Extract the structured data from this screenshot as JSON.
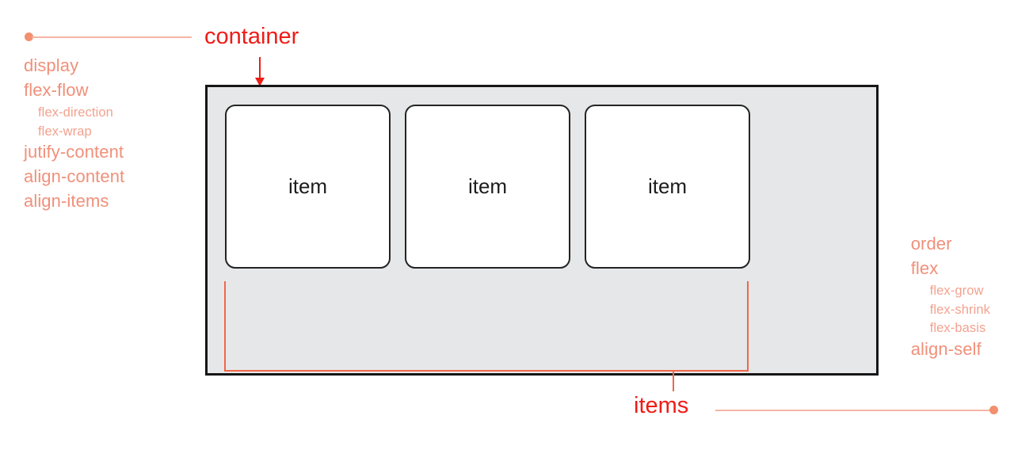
{
  "diagram": {
    "title_labels": {
      "container": "container",
      "items": "items"
    },
    "container_properties": [
      {
        "name": "display",
        "level": 0
      },
      {
        "name": "flex-flow",
        "level": 0
      },
      {
        "name": "flex-direction",
        "level": 1
      },
      {
        "name": "flex-wrap",
        "level": 1
      },
      {
        "name": "jutify-content",
        "level": 0
      },
      {
        "name": "align-content",
        "level": 0
      },
      {
        "name": "align-items",
        "level": 0
      }
    ],
    "item_properties": [
      {
        "name": "order",
        "level": 0
      },
      {
        "name": "flex",
        "level": 0
      },
      {
        "name": "flex-grow",
        "level": 1
      },
      {
        "name": "flex-shrink",
        "level": 1
      },
      {
        "name": "flex-basis",
        "level": 1
      },
      {
        "name": "align-self",
        "level": 0
      }
    ],
    "flex_items": [
      {
        "label": "item"
      },
      {
        "label": "item"
      },
      {
        "label": "item"
      }
    ],
    "colors": {
      "property_text": "#f0907a",
      "property_subtext": "#f2a28f",
      "callout_red": "#ee1c17",
      "connector_salmon": "#f5b5a4",
      "bracket_orange": "#f1674a",
      "container_fill": "#e6e7e8",
      "container_border": "#161616",
      "item_fill": "#ffffff",
      "item_border": "#242424",
      "item_text": "#1d1d1d",
      "page_background": "#ffffff"
    }
  }
}
